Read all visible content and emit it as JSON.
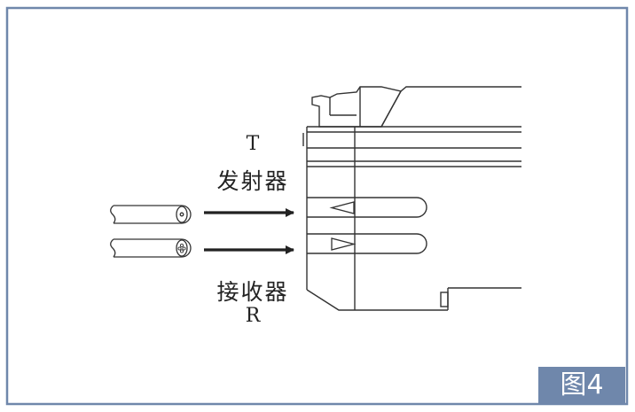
{
  "labels": {
    "transmitter_letter": "T",
    "transmitter_name": "发射器",
    "receiver_name": "接收器",
    "receiver_letter": "R"
  },
  "badge": {
    "text": "图4"
  },
  "colors": {
    "frame_border": "#6f87ab",
    "badge_background": "#6f87ab",
    "line": "#333333",
    "arrow": "#222222"
  },
  "icons": {
    "transmitter_cable": "cable-single-core-icon",
    "receiver_cable": "cable-multi-core-icon",
    "arrow": "arrow-right-icon"
  }
}
